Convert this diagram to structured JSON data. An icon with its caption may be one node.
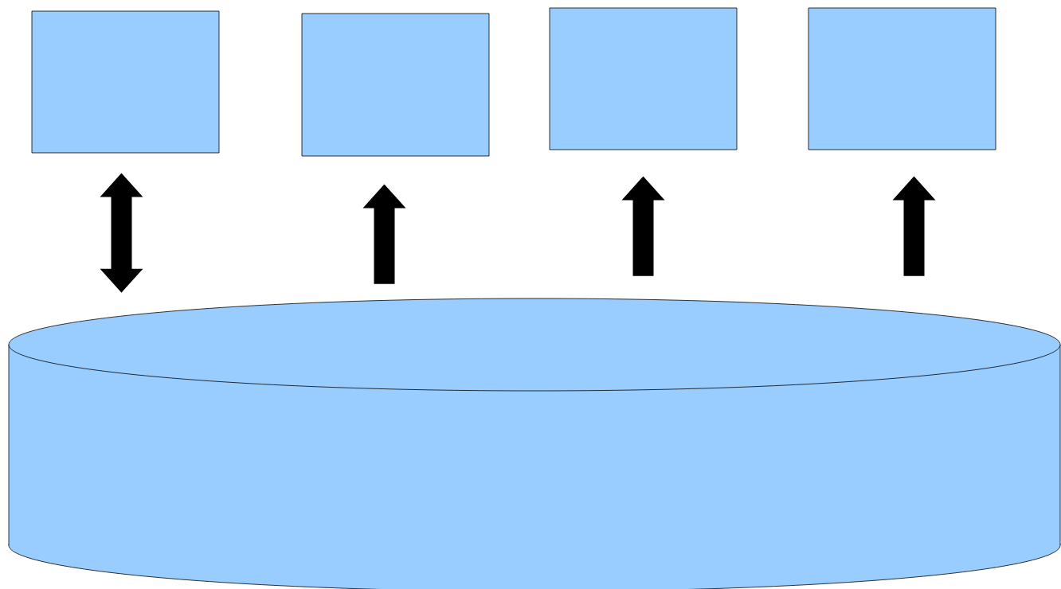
{
  "diagram": {
    "nodes": [
      {
        "text": [],
        "shape": "box"
      },
      {
        "text": [],
        "shape": "box"
      },
      {
        "text": [],
        "shape": "box"
      },
      {
        "text": [],
        "shape": "box"
      },
      {
        "text": [],
        "shape": "cylinder"
      }
    ],
    "edges": [
      {
        "from": 4,
        "to": 0,
        "arrow": "both"
      },
      {
        "from": 4,
        "to": 1,
        "arrow": "to"
      },
      {
        "from": 4,
        "to": 2,
        "arrow": "to"
      },
      {
        "from": 4,
        "to": 3,
        "arrow": "to"
      }
    ]
  }
}
